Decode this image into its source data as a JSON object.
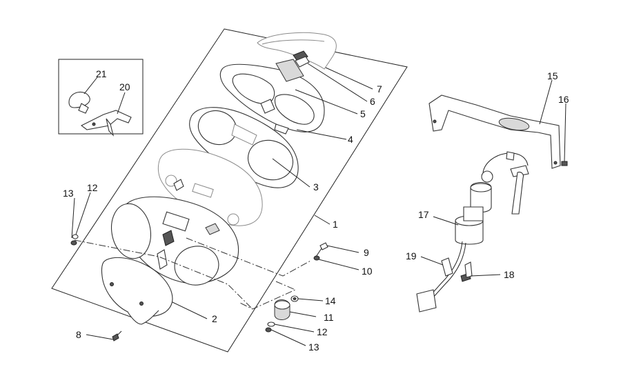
{
  "callouts": [
    {
      "id": "1",
      "label": "1"
    },
    {
      "id": "2",
      "label": "2"
    },
    {
      "id": "3",
      "label": "3"
    },
    {
      "id": "4",
      "label": "4"
    },
    {
      "id": "5",
      "label": "5"
    },
    {
      "id": "6",
      "label": "6"
    },
    {
      "id": "7",
      "label": "7"
    },
    {
      "id": "8",
      "label": "8"
    },
    {
      "id": "9",
      "label": "9"
    },
    {
      "id": "10",
      "label": "10"
    },
    {
      "id": "11",
      "label": "11"
    },
    {
      "id": "12a",
      "label": "12"
    },
    {
      "id": "12b",
      "label": "12"
    },
    {
      "id": "13a",
      "label": "13"
    },
    {
      "id": "13b",
      "label": "13"
    },
    {
      "id": "14",
      "label": "14"
    },
    {
      "id": "15",
      "label": "15"
    },
    {
      "id": "16",
      "label": "16"
    },
    {
      "id": "17",
      "label": "17"
    },
    {
      "id": "18",
      "label": "18"
    },
    {
      "id": "19",
      "label": "19"
    },
    {
      "id": "20",
      "label": "20"
    },
    {
      "id": "21",
      "label": "21"
    }
  ]
}
